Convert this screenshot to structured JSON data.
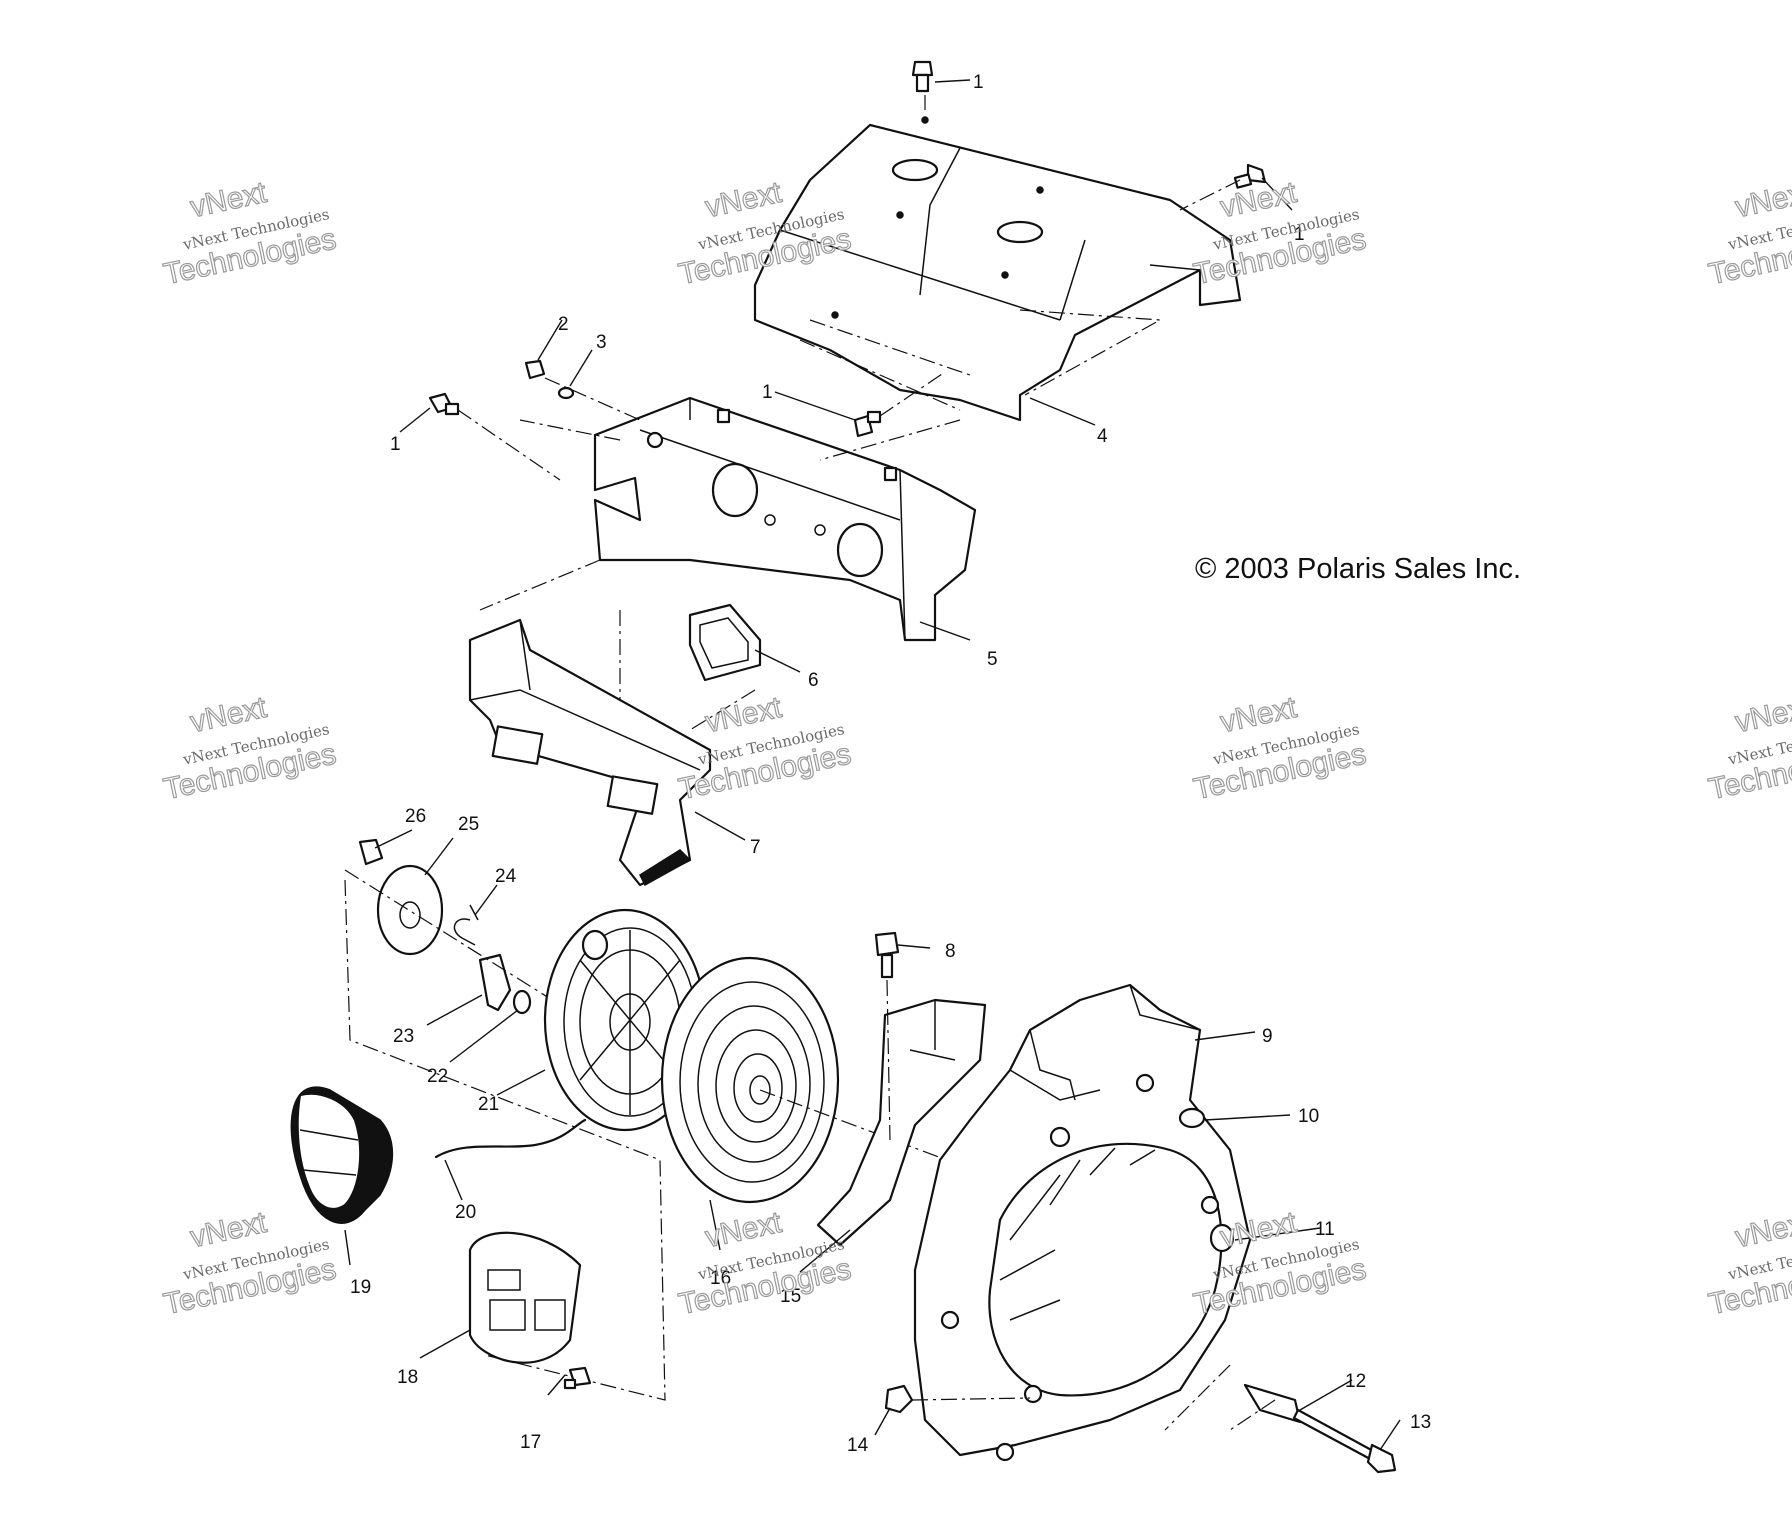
{
  "copyright": "© 2003 Polaris Sales Inc.",
  "watermark": {
    "brand": "vNext",
    "line": "vNext Technologies",
    "word": "Technologies"
  },
  "callouts": [
    "1",
    "1",
    "1",
    "1",
    "2",
    "3",
    "4",
    "5",
    "6",
    "7",
    "8",
    "9",
    "10",
    "11",
    "12",
    "13",
    "14",
    "15",
    "16",
    "17",
    "18",
    "19",
    "20",
    "21",
    "22",
    "23",
    "24",
    "25",
    "26"
  ]
}
